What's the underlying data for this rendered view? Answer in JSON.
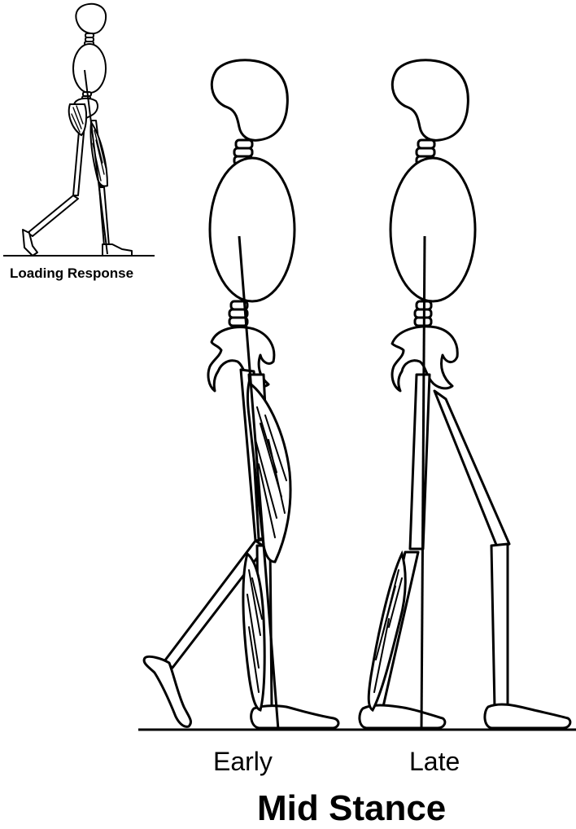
{
  "labels": {
    "loading_response": "Loading Response",
    "early": "Early",
    "late": "Late",
    "title": "Mid Stance"
  },
  "colors": {
    "ink": "#000000",
    "background": "#ffffff"
  }
}
